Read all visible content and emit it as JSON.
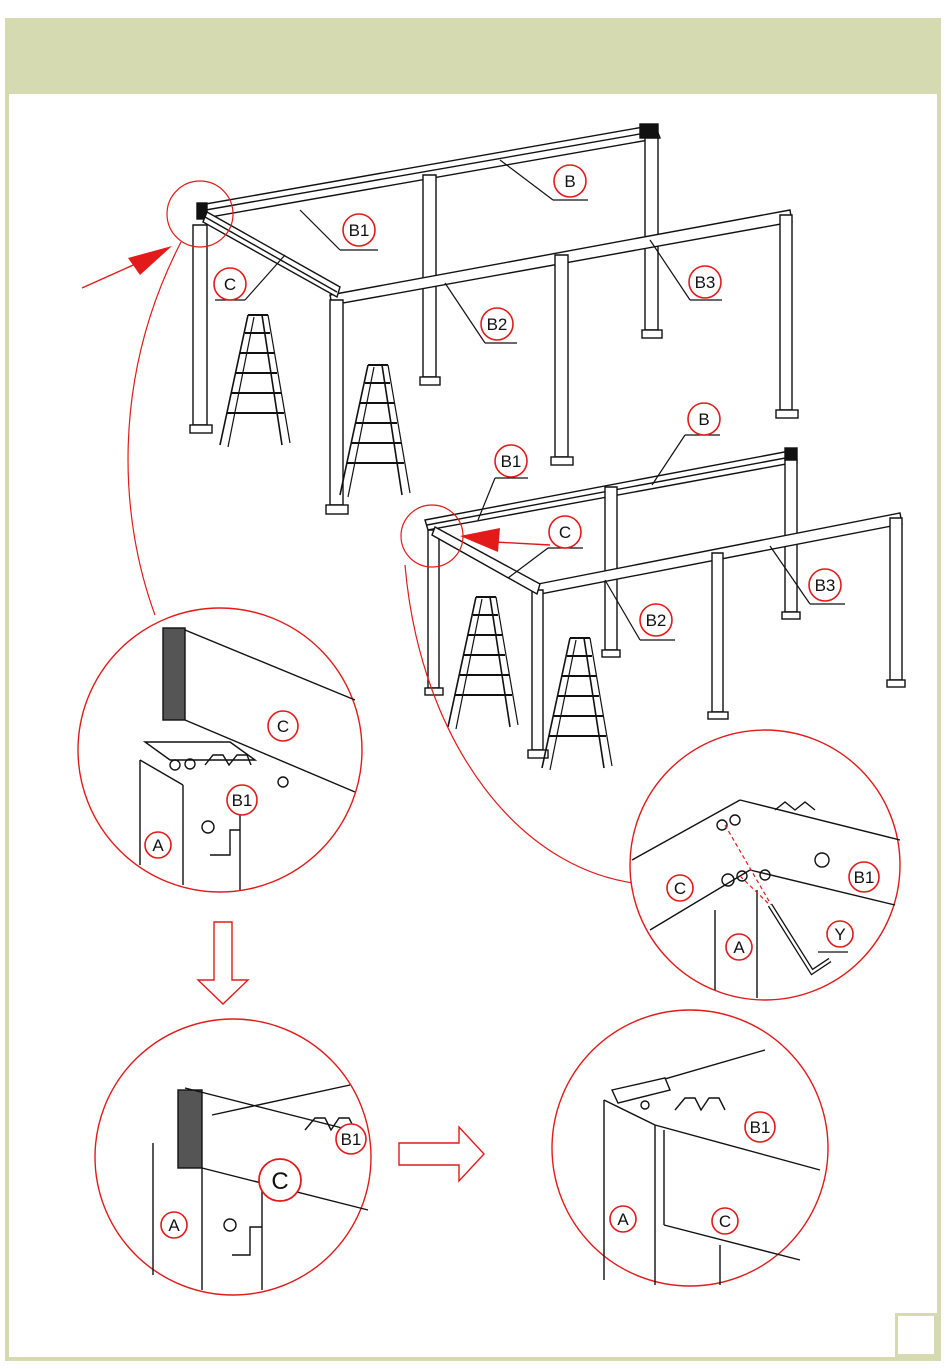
{
  "colors": {
    "frame": "#d6dab1",
    "accent_red": "#e21a1a",
    "line": "#111111"
  },
  "labels": {
    "b": "B",
    "b1": "B1",
    "b2": "B2",
    "b3": "B3",
    "c": "C",
    "a": "A",
    "y": "Y"
  },
  "icons": {
    "down_arrow": "hollow-down-arrow-icon",
    "right_arrow": "hollow-right-arrow-icon",
    "pointer_arrow": "red-pointer-arrow-icon",
    "ladder": "step-ladder-icon",
    "allen_key": "allen-key-icon"
  },
  "page_number": ""
}
